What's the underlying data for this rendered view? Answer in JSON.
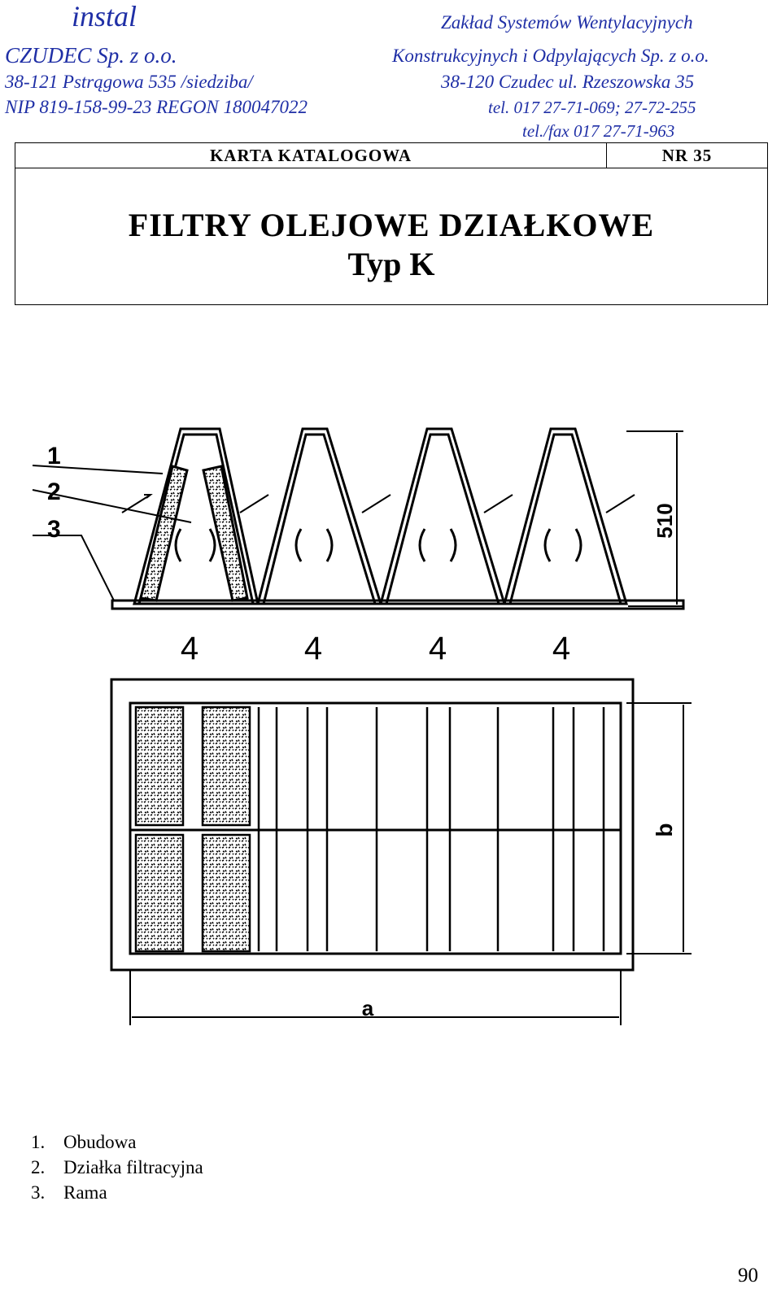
{
  "header": {
    "logo": "instal",
    "company": "CZUDEC Sp. z o.o.",
    "address_left": "38-121 Pstrągowa 535 /siedziba/",
    "nip_regon": "NIP 819-158-99-23 REGON 180047022",
    "plant_line1": "Zakład Systemów  Wentylacyjnych",
    "plant_line2": "Konstrukcyjnych i Odpylających Sp. z o.o.",
    "address_right": "38-120 Czudec ul. Rzeszowska 35",
    "tel": "tel. 017 27-71-069; 27-72-255",
    "telfax": "tel./fax 017  27-71-963"
  },
  "catalog": {
    "card": "KARTA  KATALOGOWA",
    "number": "NR  35",
    "title": "FILTRY  OLEJOWE  DZIAŁKOWE",
    "subtitle": "Typ K"
  },
  "drawing": {
    "callouts": [
      "1",
      "2",
      "3"
    ],
    "dimension_height": "510",
    "bottom_labels": [
      "4",
      "4",
      "4",
      "4"
    ],
    "dim_width": "a",
    "dim_depth": "b"
  },
  "legend": [
    {
      "num": "1.",
      "text": "Obudowa"
    },
    {
      "num": "2.",
      "text": "Działka filtracyjna"
    },
    {
      "num": "3.",
      "text": "Rama"
    }
  ],
  "page_number": "90",
  "colors": {
    "header_blue": "#1f2fa6",
    "ink": "#000000"
  }
}
